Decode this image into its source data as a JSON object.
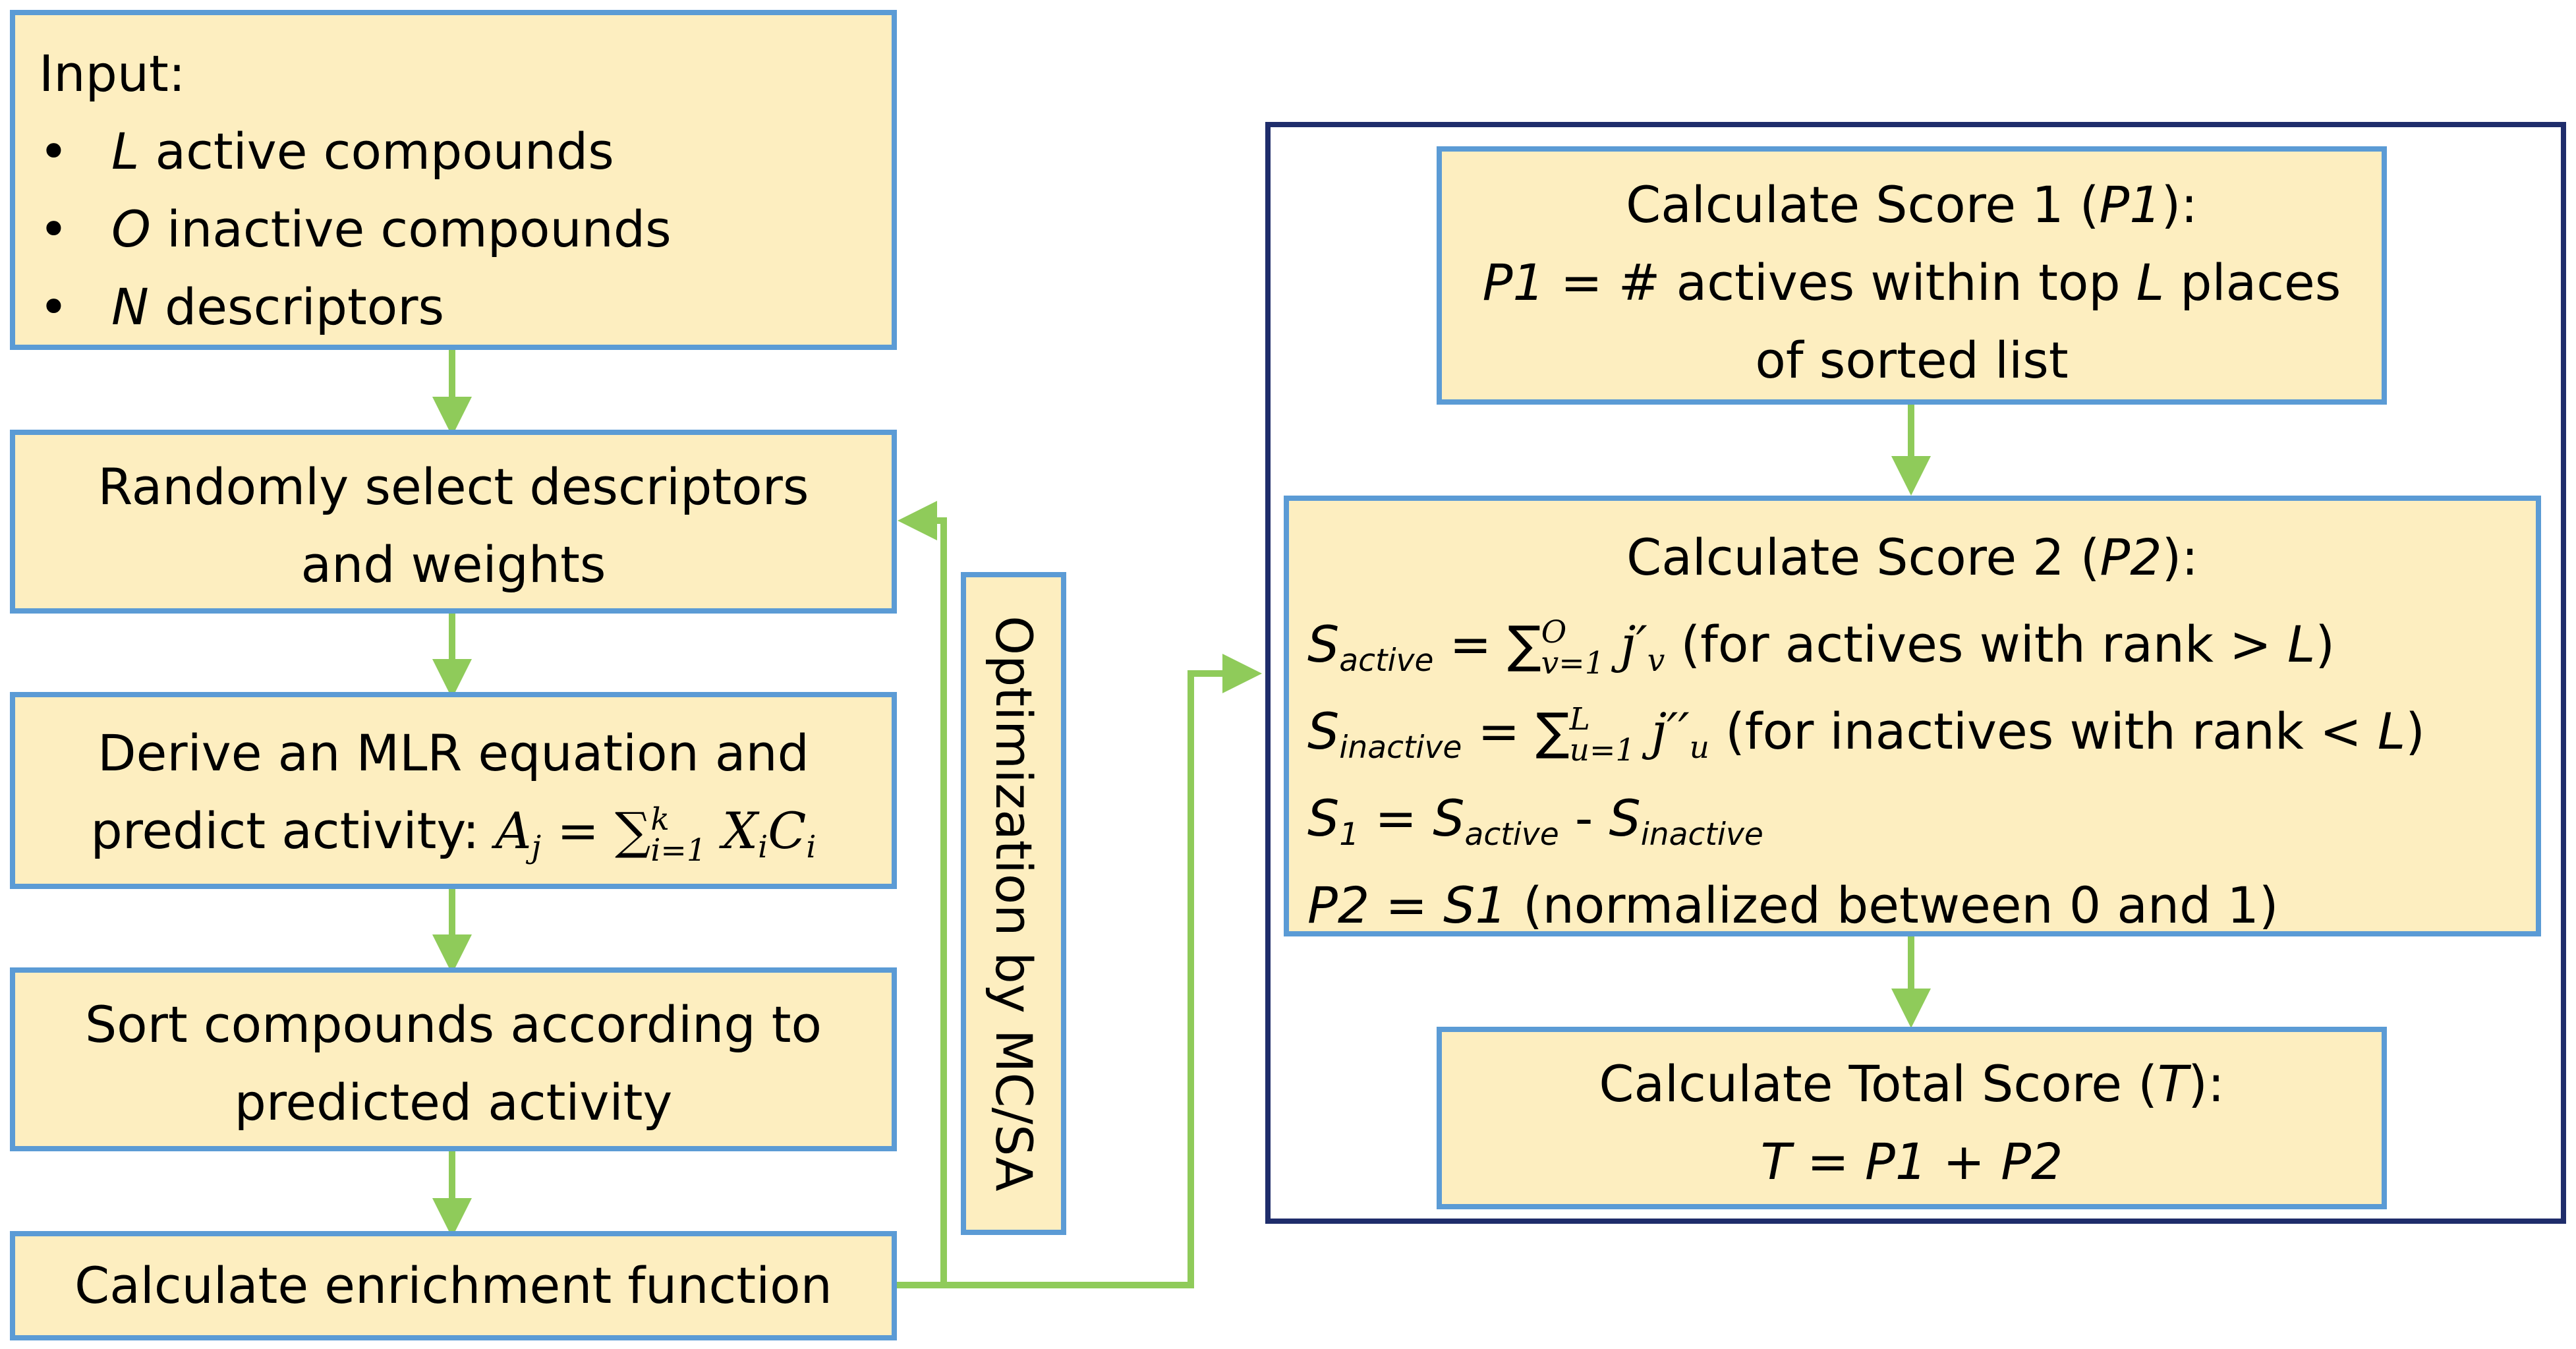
{
  "input": {
    "title": "Input:",
    "items": [
      {
        "bullet": "•",
        "var": "L",
        "text": " active compounds"
      },
      {
        "bullet": "•",
        "var": "O",
        "text": " inactive compounds"
      },
      {
        "bullet": "•",
        "var": "N",
        "text": " descriptors"
      }
    ]
  },
  "steps": {
    "random_select": {
      "line1": "Randomly select descriptors",
      "line2": "and weights"
    },
    "derive_mlr": {
      "line1": "Derive an MLR equation and",
      "line2_prefix": "predict activity: ",
      "eq_lhs": "A",
      "eq_lhs_sub": "j",
      "eq_equals": " = ",
      "sum": "∑",
      "sum_upper": "k",
      "sum_lower": "i=1",
      "x": "X",
      "x_sub": "i",
      "c": "C",
      "c_sub": "i"
    },
    "sort": {
      "line1": "Sort compounds according to",
      "line2": "predicted activity"
    },
    "enrichment": {
      "label": "Calculate enrichment function"
    }
  },
  "loop": {
    "label": "Optimization by MC/SA"
  },
  "score1": {
    "title_prefix": "Calculate Score 1 (",
    "title_var": "P1",
    "title_suffix": "):",
    "line2_var": "P1",
    "line2_mid": " = # actives within top ",
    "line2_var2": "L",
    "line2_suffix": " places",
    "line3": "of sorted list"
  },
  "score2": {
    "title_prefix": "Calculate Score 2 (",
    "title_var": "P2",
    "title_suffix": "):",
    "s_active": {
      "s": "S",
      "sub": "active",
      "eq": " = ",
      "sum": "∑",
      "upper": "O",
      "lower": "v=1",
      "j": " j",
      "prime": "′",
      "jsub": "v",
      "note": " (for actives with rank > ",
      "note_var": "L",
      "note_end": ")"
    },
    "s_inactive": {
      "s": "S",
      "sub": "inactive",
      "eq": " = ",
      "sum": "∑",
      "upper": "L",
      "lower": "u=1",
      "j": " j",
      "prime": "′′",
      "jsub": "u",
      "note": " (for inactives with rank < ",
      "note_var": "L",
      "note_end": ")"
    },
    "s1": {
      "s": "S",
      "sub": "1",
      "eq": " = ",
      "s2": "S",
      "sub2": "active",
      "minus": " - ",
      "s3": "S",
      "sub3": "inactive"
    },
    "p2": {
      "lhs": "P2 = S1",
      "text": " (normalized between 0 and 1)"
    }
  },
  "total": {
    "title_prefix": "Calculate Total Score (",
    "title_var": "T",
    "title_suffix": "):",
    "equation": "T = P1 + P2"
  },
  "colors": {
    "box_fill": "#fdeec0",
    "box_border": "#5b9bd5",
    "arrow": "#8fcb5a",
    "frame": "#1f2d6b"
  }
}
